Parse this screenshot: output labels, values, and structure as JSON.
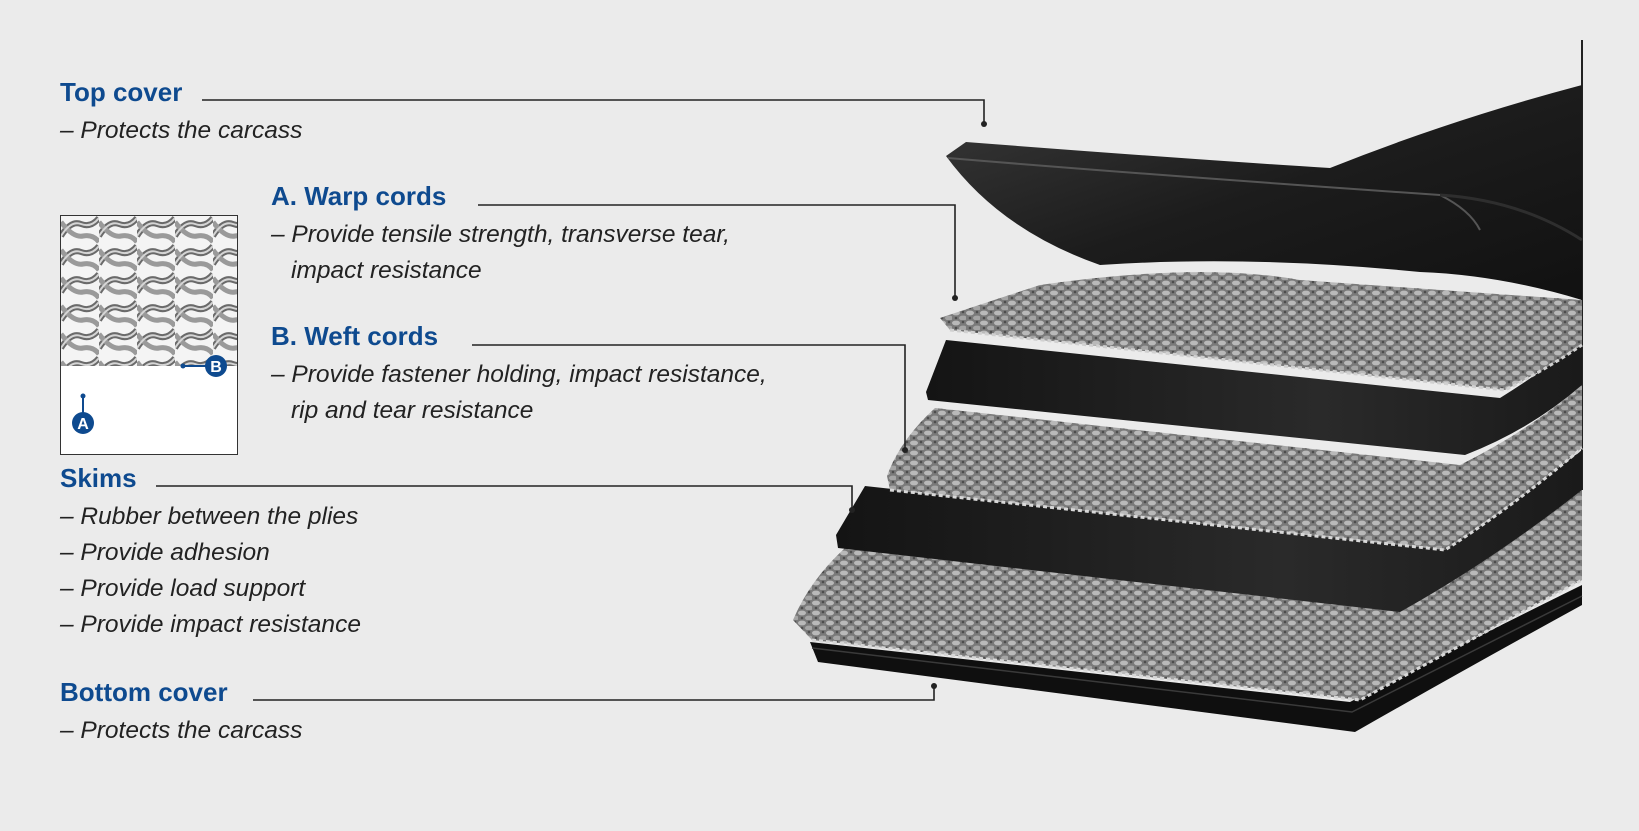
{
  "labels": {
    "top_cover": {
      "title": "Top cover",
      "lines": [
        "– Protects the carcass"
      ]
    },
    "warp_cords": {
      "title": "A. Warp cords",
      "lines": [
        "– Provide tensile strength, transverse tear,",
        "impact resistance"
      ]
    },
    "weft_cords": {
      "title": "B. Weft cords",
      "lines": [
        "– Provide fastener holding, impact resistance,",
        "rip and tear resistance"
      ]
    },
    "skims": {
      "title": "Skims",
      "lines": [
        "– Rubber between the plies",
        "– Provide adhesion",
        "– Provide load support",
        "– Provide impact resistance"
      ]
    },
    "bottom_cover": {
      "title": "Bottom cover",
      "lines": [
        "– Protects the carcass"
      ]
    }
  },
  "inset": {
    "marker_a": "A",
    "marker_b": "B"
  },
  "colors": {
    "heading": "#0e4a8f",
    "text": "#222222",
    "background": "#ebebeb",
    "rubber": "#1b1b1b",
    "fabric": "#8a8a8a"
  }
}
